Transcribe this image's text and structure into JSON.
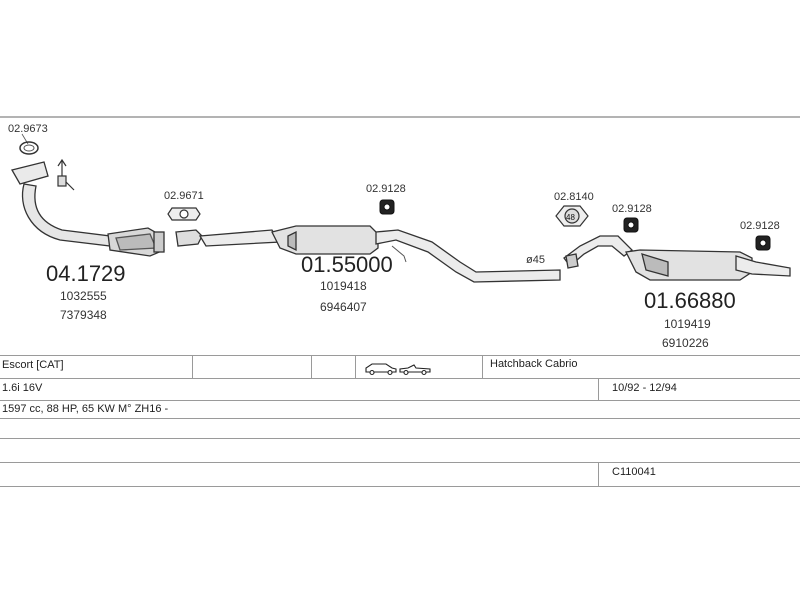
{
  "parts": {
    "gasket_top": "02.9673",
    "front_pipe": {
      "code": "04.1729",
      "ref1": "1032555",
      "ref2": "7379348"
    },
    "gasket_mid": "02.9671",
    "hanger_1": "02.9128",
    "center_box": {
      "code": "01.55000",
      "ref1": "1019418",
      "ref2": "6946407"
    },
    "diameter": "ø45",
    "clamp": "02.8140",
    "clamp_size": "48",
    "hanger_2": "02.9128",
    "hanger_3": "02.9128",
    "rear_box": {
      "code": "01.66880",
      "ref1": "1019419",
      "ref2": "6910226"
    }
  },
  "table": {
    "model": "Escort  [CAT]",
    "body_types": "Hatchback Cabrio",
    "engine": "1.6i 16V",
    "years": "10/92 - 12/94",
    "specs": "1597 cc, 88 HP, 65 KW M° ZH16 -",
    "catalog_no": "C110041"
  }
}
